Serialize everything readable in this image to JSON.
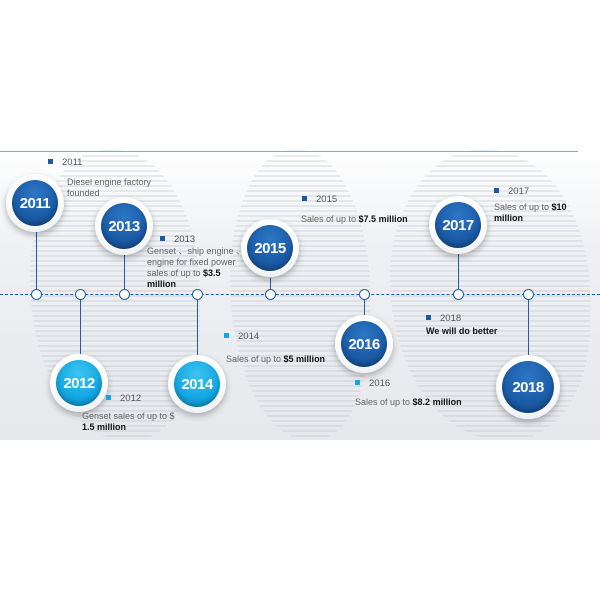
{
  "colors": {
    "dark_blue": "#1a5aa6",
    "light_blue": "#12a6e2",
    "axis": "#1e5ea8"
  },
  "badges": [
    {
      "label": "2011",
      "tone": "dark"
    },
    {
      "label": "2012",
      "tone": "light"
    },
    {
      "label": "2013",
      "tone": "dark"
    },
    {
      "label": "2014",
      "tone": "light"
    },
    {
      "label": "2015",
      "tone": "dark"
    },
    {
      "label": "2016",
      "tone": "dark"
    },
    {
      "label": "2017",
      "tone": "dark"
    },
    {
      "label": "2018",
      "tone": "dark"
    }
  ],
  "captions": {
    "e2011": {
      "year": "2011",
      "text_line1": "Diesel engine factory",
      "text_line2": "founded"
    },
    "e2012": {
      "year": "2012",
      "text_line1": "Genset sales of up to $",
      "text_line2_bold": "1.5 million"
    },
    "e2013": {
      "year": "2013",
      "text_line1": "Genset 、ship engine 、",
      "text_line2": "engine for fixed power",
      "text_line3_pre": "sales of up to ",
      "text_line3_bold": "$3.5",
      "text_line4_bold": "million"
    },
    "e2014": {
      "year": "2014",
      "text_pre": "Sales of up to ",
      "text_bold": "$5 million"
    },
    "e2015": {
      "year": "2015",
      "text_pre": "Sales of up to ",
      "text_bold": "$7.5 million"
    },
    "e2016": {
      "year": "2016",
      "text_pre": "Sales of up to ",
      "text_bold": "$8.2 million"
    },
    "e2017": {
      "year": "2017",
      "text_pre": "Sales of up to ",
      "text_bold1": "$10",
      "text_bold2": "million"
    },
    "e2018": {
      "year": "2018",
      "text_bold": "We will do better"
    }
  }
}
